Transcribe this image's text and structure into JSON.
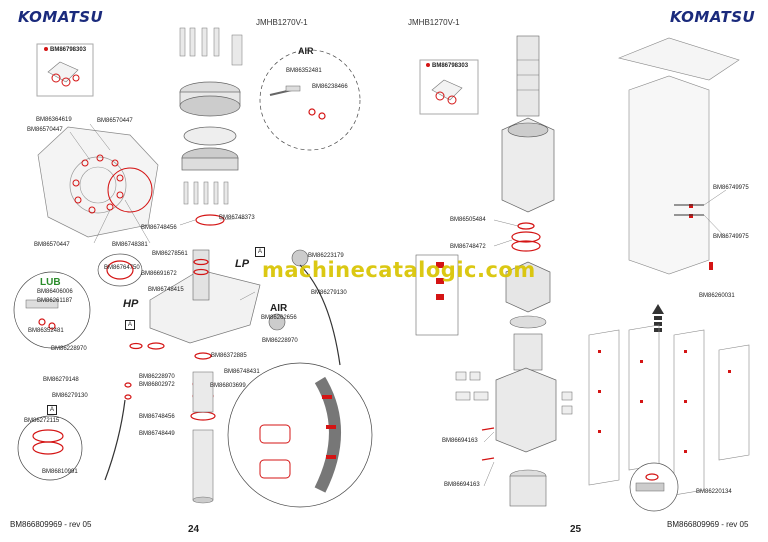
{
  "brand": "KOMATSU",
  "watermark": "machinecatalogic.com",
  "left_page": {
    "doc_id": "JMHB1270V-1",
    "footer": "BM866809969 - rev 05",
    "page_number": "24",
    "kit_code": "BM86798303",
    "section_labels": {
      "air": "AIR",
      "lub": "LUB",
      "hp": "HP",
      "lp": "LP",
      "air2": "AIR",
      "box_a": "A"
    },
    "part_labels": [
      "BM86352481",
      "BM86238466",
      "BM86364619",
      "BM86570447",
      "BM86570447",
      "BM86570447",
      "BM86748381",
      "BM86748456",
      "BM86748373",
      "BM86278561",
      "BM86691672",
      "BM86223179",
      "BM86764750",
      "BM86406006",
      "BM86261187",
      "BM86352481",
      "BM86748415",
      "BM86279130",
      "BM86262656",
      "BM86228970",
      "BM86228970",
      "BM86372885",
      "BM86279148",
      "BM86279130",
      "BM86228970",
      "BM86802972",
      "BM86748431",
      "BM86803699",
      "BM86272115",
      "BM86748456",
      "BM86748449",
      "BM86810991"
    ]
  },
  "right_page": {
    "doc_id": "JMHB1270V-1",
    "footer": "BM866809969 - rev 05",
    "page_number": "25",
    "kit_code": "BM86798303",
    "part_labels": [
      "BM86505484",
      "BM86748472",
      "BM86694163",
      "BM86694163",
      "BM86749975",
      "BM86749975",
      "BM86260031",
      "BM86220134"
    ]
  },
  "colors": {
    "brand": "#1a2a7c",
    "highlight": "#d41414",
    "watermark": "#d9c400",
    "lub": "#2a8c2a"
  }
}
